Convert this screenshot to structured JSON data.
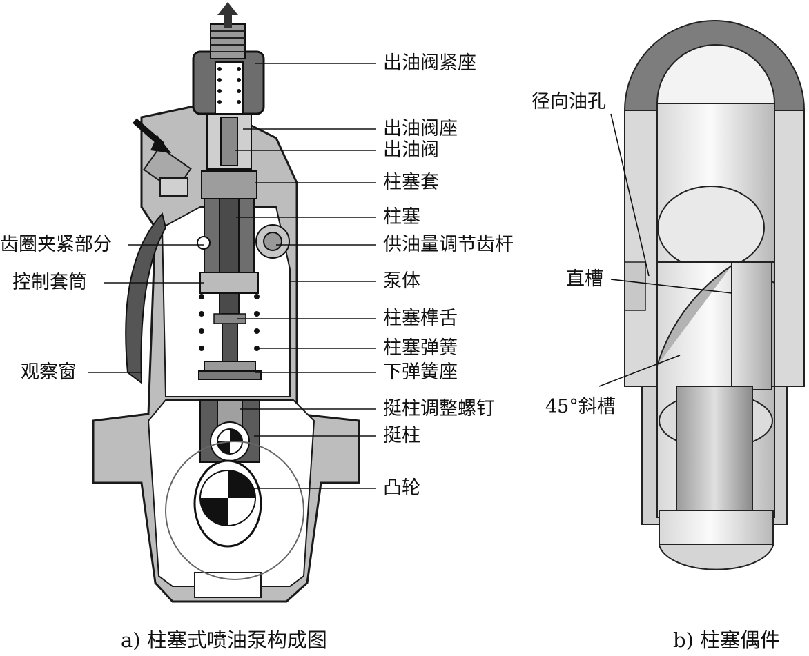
{
  "panel_a": {
    "caption": "a) 柱塞式喷油泵构成图",
    "labels": {
      "chuyoufa_jinzuo": "出油阀紧座",
      "chuyoufa_zuo": "出油阀座",
      "chuyoufa": "出油阀",
      "zhusai_tao": "柱塞套",
      "zhusai": "柱塞",
      "chiquan": "齿圈夹紧部分",
      "gongyou_chigan": "供油量调节齿杆",
      "kongzhi_taotong": "控制套筒",
      "bengti": "泵体",
      "zhusai_sunshe": "柱塞榫舌",
      "zhusai_tanhuang": "柱塞弹簧",
      "xia_tanhuang_zuo": "下弹簧座",
      "guanchachuang": "观察窗",
      "tingzhu_luoding": "挺柱调整螺钉",
      "tingzhu": "挺柱",
      "tulun": "凸轮"
    }
  },
  "panel_b": {
    "caption": "b) 柱塞偶件",
    "labels": {
      "jingxiang_youkong": "径向油孔",
      "zhicao": "直槽",
      "xiecao": "45°斜槽"
    }
  }
}
